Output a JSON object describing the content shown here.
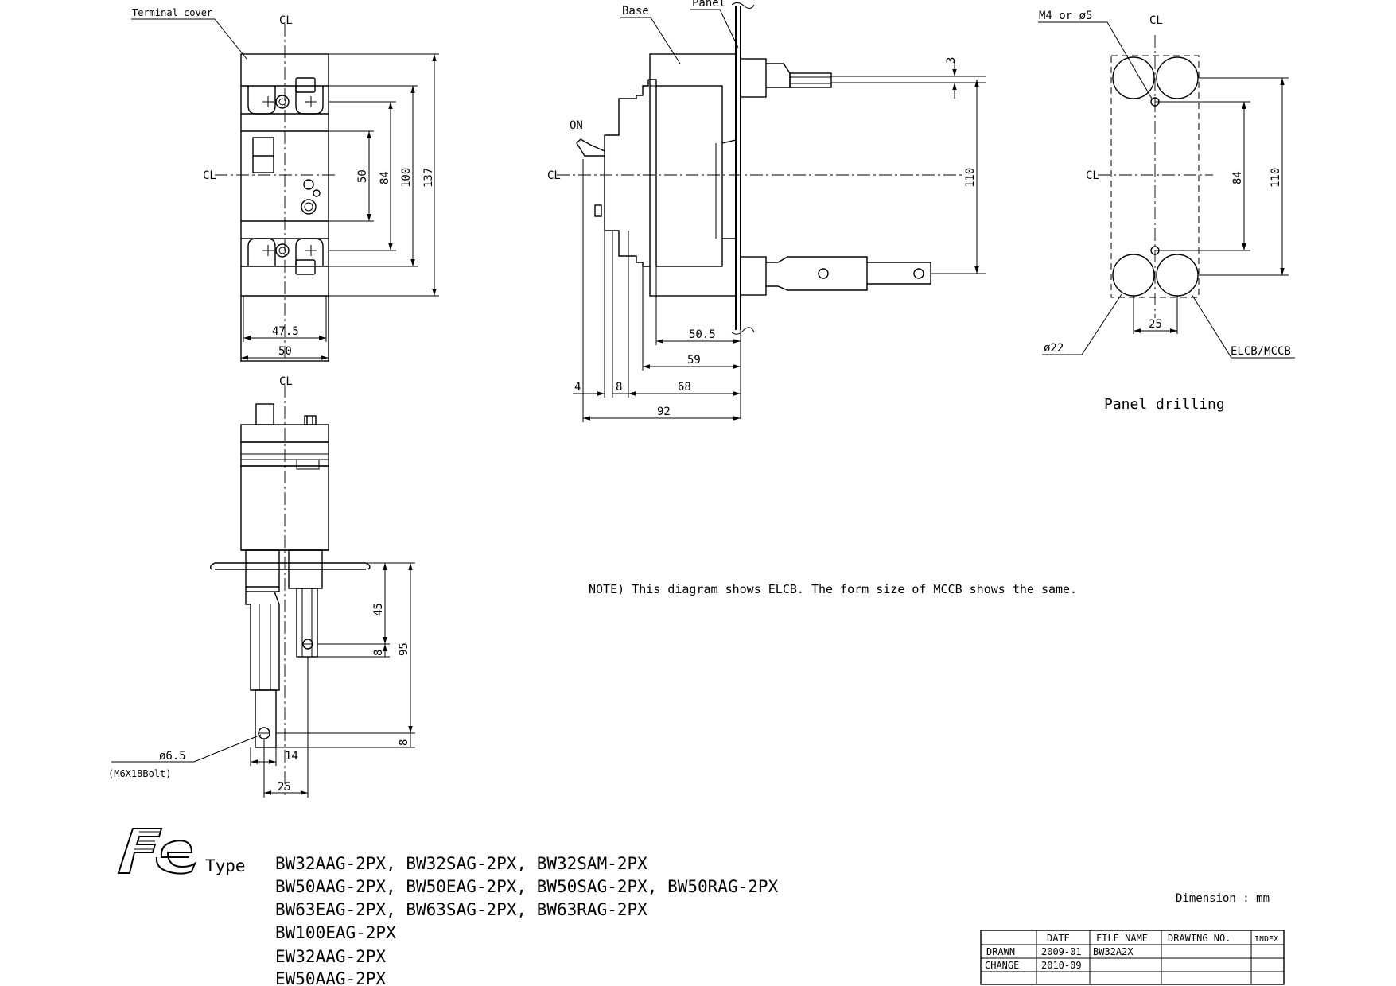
{
  "front_view": {
    "label_terminal_cover": "Terminal cover",
    "centerline": "CL",
    "dim_50_inner": "50",
    "dim_84": "84",
    "dim_100": "100",
    "dim_137": "137",
    "dim_47_5": "47.5",
    "dim_50_width": "50"
  },
  "side_view": {
    "label_base": "Base",
    "label_panel": "Panel",
    "label_on": "ON",
    "dim_3": "3",
    "dim_110": "110",
    "dim_50_5": "50.5",
    "dim_59": "59",
    "dim_4": "4",
    "dim_8": "8",
    "dim_68": "68",
    "dim_92": "92"
  },
  "panel_drilling": {
    "label_hole": "M4 or ø5",
    "dim_84": "84",
    "dim_110": "110",
    "dim_25": "25",
    "label_dia": "ø22",
    "label_elcb": "ELCB/MCCB",
    "caption": "Panel drilling"
  },
  "bottom_view": {
    "dim_45": "45",
    "dim_8_upper": "8",
    "dim_95": "95",
    "dim_8_lower": "8",
    "label_dia": "ø6.5",
    "label_bolt": "(M6X18Bolt)",
    "dim_14": "14",
    "dim_25": "25"
  },
  "note": "NOTE) This diagram shows ELCB. The form size of MCCB shows the same.",
  "type_block": {
    "type_label": "Type",
    "models": [
      "BW32AAG-2PX, BW32SAG-2PX, BW32SAM-2PX",
      "BW50AAG-2PX, BW50EAG-2PX, BW50SAG-2PX, BW50RAG-2PX",
      "BW63EAG-2PX, BW63SAG-2PX, BW63RAG-2PX",
      "BW100EAG-2PX",
      "EW32AAG-2PX",
      "EW50AAG-2PX"
    ]
  },
  "dimension_unit": "Dimension : mm",
  "title_block": {
    "headers": [
      "DATE",
      "FILE NAME",
      "DRAWING NO.",
      "INDEX"
    ],
    "rows": [
      {
        "label": "DRAWN",
        "date": "2009-01",
        "file": "BW32A2X"
      },
      {
        "label": "CHANGE",
        "date": "2010-09",
        "file": ""
      }
    ]
  }
}
